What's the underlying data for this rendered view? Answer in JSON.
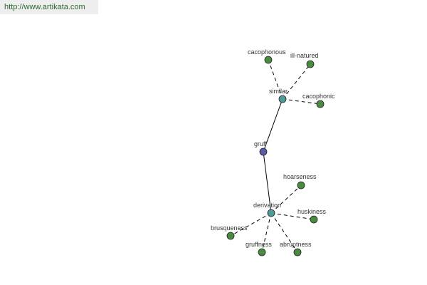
{
  "site": {
    "url": "http://www.artikata.com"
  },
  "colors": {
    "root": "#5a5aa6",
    "relation": "#4e9a9a",
    "leaf": "#4a8a42",
    "edge": "#000000"
  },
  "graph": {
    "root": {
      "id": "gruff",
      "label": "gruff"
    },
    "relations": [
      {
        "id": "similar",
        "label": "similar",
        "words": [
          "cacophonous",
          "ill-natured",
          "cacophonic"
        ]
      },
      {
        "id": "derivation",
        "label": "derivation",
        "words": [
          "hoarseness",
          "huskiness",
          "abruptness",
          "gruffness",
          "brusqueness"
        ]
      }
    ]
  }
}
